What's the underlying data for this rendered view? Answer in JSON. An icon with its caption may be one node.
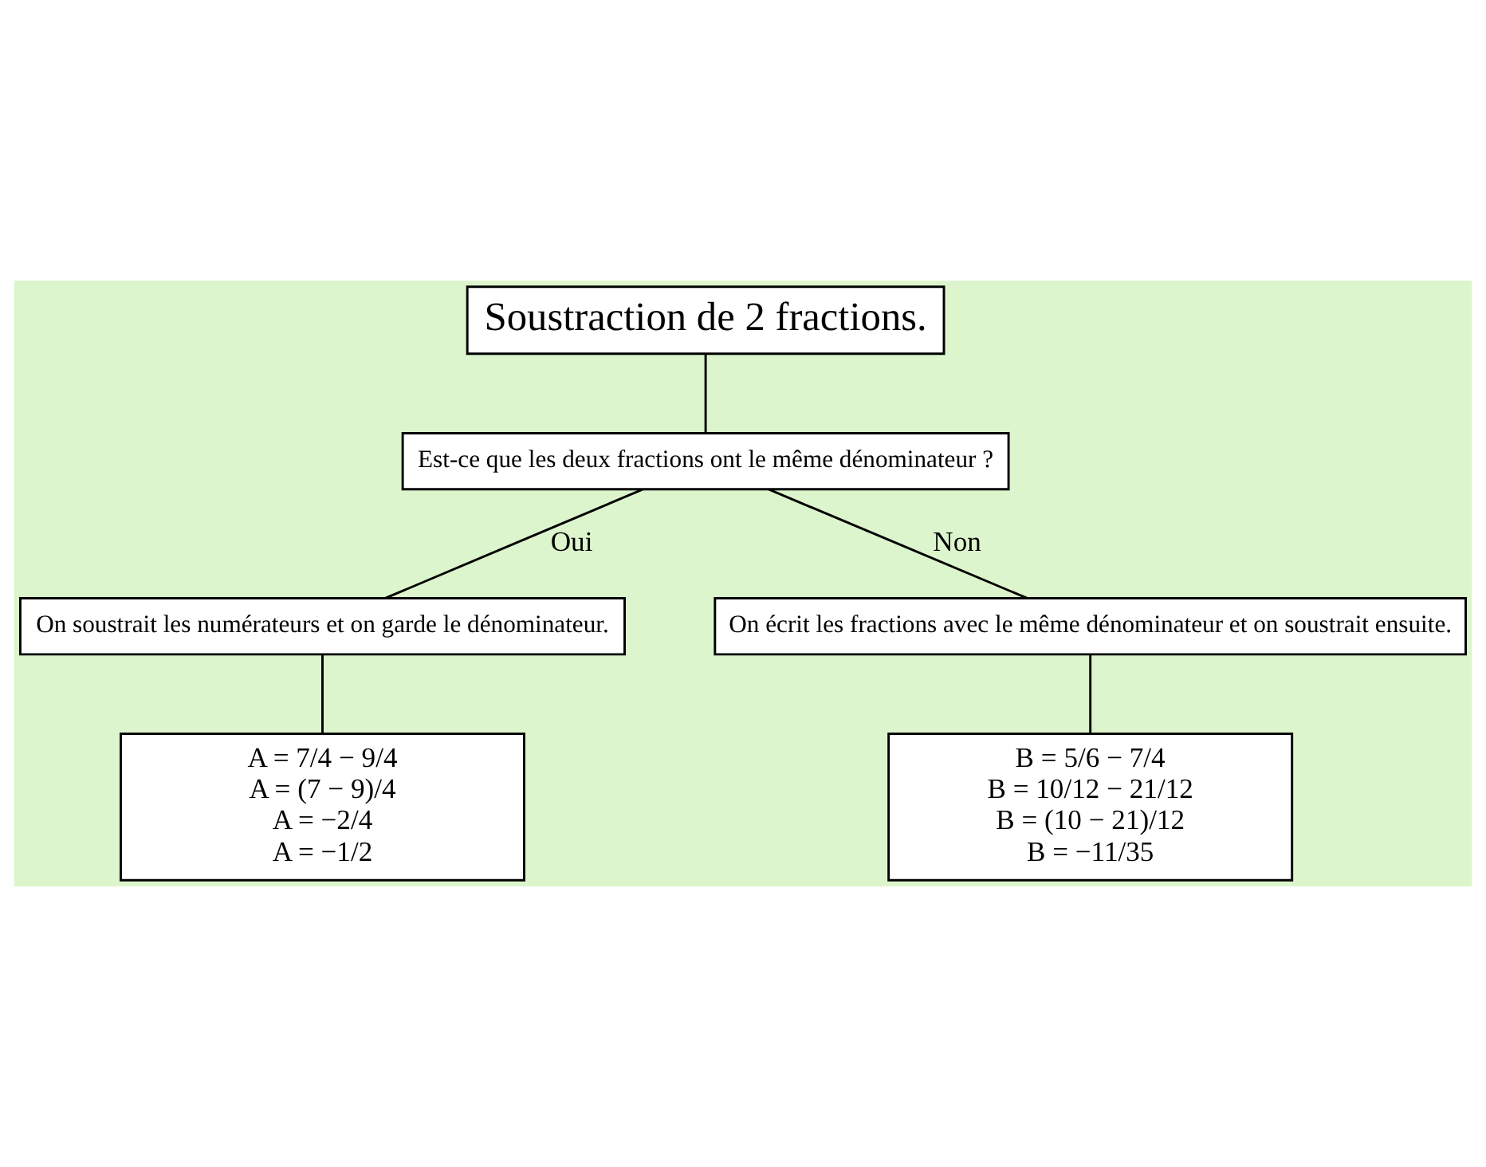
{
  "diagram": {
    "nodes": [
      {
        "text": [
          "Soustraction de 2 fractions."
        ]
      },
      {
        "text": [
          "Est-ce que les deux fractions ont le même dénominateur ?"
        ]
      },
      {
        "text": [
          "On soustrait les numérateurs et on garde le dénominateur."
        ]
      },
      {
        "text": [
          "On écrit les fractions avec le même dénominateur et on soustrait ensuite."
        ]
      },
      {
        "text": [
          "A = 7/4 − 9/4",
          "A = (7 − 9)/4",
          "A = −2/4",
          "A = −1/2"
        ]
      },
      {
        "text": [
          "B = 5/6 − 7/4",
          "B = 10/12 − 21/12",
          "B = (10 − 21)/12",
          "B = −11/35"
        ]
      }
    ],
    "edges": [
      {
        "from": 0,
        "to": 1,
        "arrow": "none"
      },
      {
        "from": 1,
        "to": 2,
        "arrow": "none",
        "label": "Oui"
      },
      {
        "from": 1,
        "to": 3,
        "arrow": "none",
        "label": "Non"
      },
      {
        "from": 2,
        "to": 4,
        "arrow": "none"
      },
      {
        "from": 3,
        "to": 5,
        "arrow": "none"
      }
    ]
  }
}
